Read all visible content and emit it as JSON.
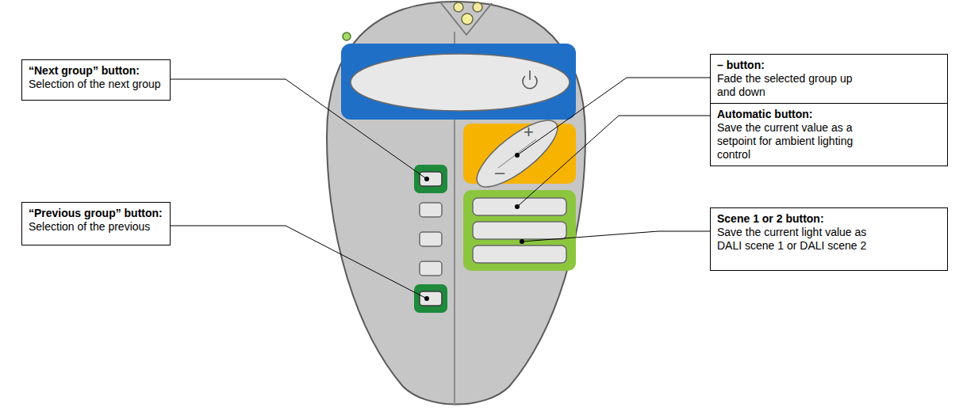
{
  "diagram": {
    "nodes": [
      {
        "text": [
          "“Next group” button:",
          "Selection of the next group"
        ]
      },
      {
        "text": [
          "– button:",
          "Fade the selected group up and down"
        ]
      },
      {
        "text": [
          "Automatic button:",
          "Save the current value as a setpoint for ambient lighting control"
        ]
      },
      {
        "text": [
          "“Previous group” button:",
          "Selection of the previous"
        ]
      },
      {
        "text": [
          "Scene 1 or 2 button:",
          "Save the current light value as DALI scene 1 or DALI scene 2"
        ]
      }
    ],
    "labels": [
      "+",
      "–"
    ]
  }
}
